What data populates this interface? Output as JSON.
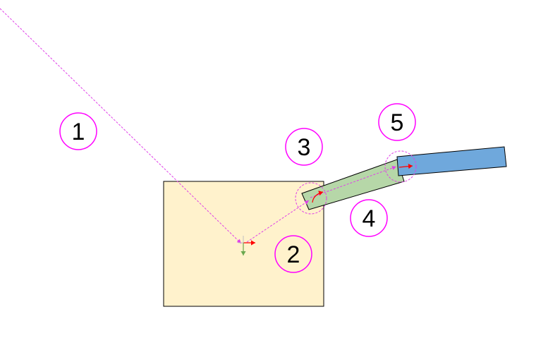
{
  "colors": {
    "background": "#ffffff",
    "base_fill": "#fff2cc",
    "base_stroke": "#000000",
    "link1_fill": "#b6d7a8",
    "link1_stroke": "#000000",
    "link2_fill": "#6fa8dc",
    "link2_stroke": "#000000",
    "guide_line": "#e040e8",
    "callout_stroke": "#ff00ff",
    "x_axis": "#ff0000",
    "y_axis": "#6aa84f"
  },
  "callouts": [
    {
      "id": "1",
      "label": "1"
    },
    {
      "id": "2",
      "label": "2"
    },
    {
      "id": "3",
      "label": "3"
    },
    {
      "id": "4",
      "label": "4"
    },
    {
      "id": "5",
      "label": "5"
    }
  ],
  "icons": {
    "base_frame": "coordinate-frame-icon",
    "joint1": "rotation-arrow-icon",
    "joint2": "axis-arrow-icon"
  }
}
